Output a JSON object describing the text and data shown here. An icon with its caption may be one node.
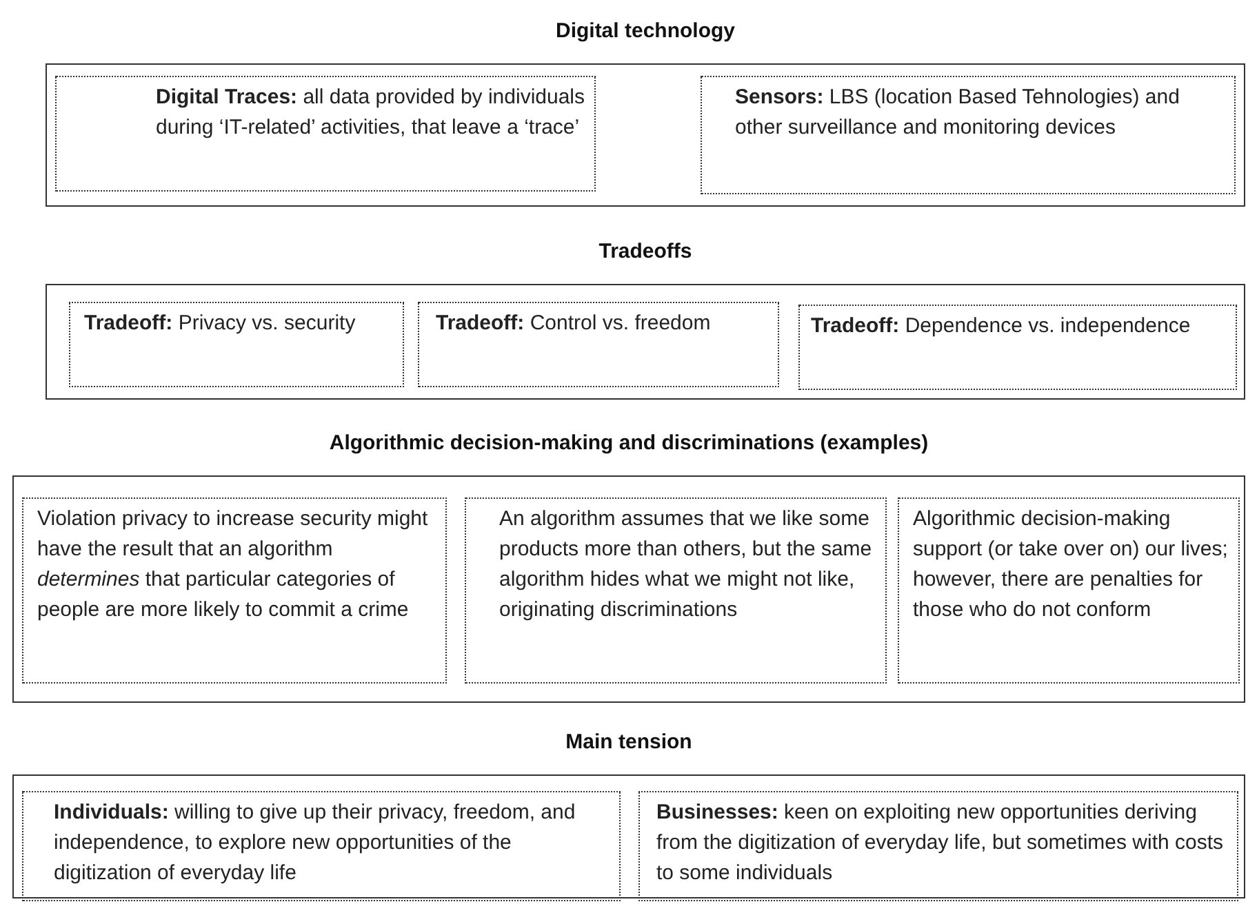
{
  "diagram": {
    "nodes": [
      {
        "text": [
          "Digital technology"
        ]
      },
      {
        "text": [
          "**Digital Traces:** all data provided by individuals during ‘IT-related’ activities, that leave a ‘trace’"
        ],
        "in": 0
      },
      {
        "text": [
          "**Sensors:** LBS (location Based Tehnologies) and other surveillance and monitoring devices"
        ],
        "in": 0
      },
      {
        "text": [
          "Tradeoffs"
        ]
      },
      {
        "text": [
          "**Tradeoff:** Privacy vs. security"
        ],
        "in": 3
      },
      {
        "text": [
          "**Tradeoff:** Control vs. freedom"
        ],
        "in": 3
      },
      {
        "text": [
          "**Tradeoff:** Dependence vs. independence"
        ],
        "in": 3
      },
      {
        "text": [
          "Algorithmic decision-making and discriminations (examples)"
        ]
      },
      {
        "text": [
          "Violation privacy to increase security might have the result that an algorithm *determines* that particular categories of people are more likely to commit a crime"
        ],
        "in": 7
      },
      {
        "text": [
          "An algorithm assumes that we like some products more than others, but the same algorithm hides what we might not like, originating discriminations"
        ],
        "in": 7
      },
      {
        "text": [
          "Algorithmic decision-making support (or take over on) our lives; however, there are penalties for those who do not conform"
        ],
        "in": 7
      },
      {
        "text": [
          "Main tension"
        ]
      },
      {
        "text": [
          "**Individuals:** willing to give up their privacy, freedom, and independence, to explore new opportunities of the digitization of everyday life"
        ],
        "in": 11
      },
      {
        "text": [
          "**Businesses:** keen on exploiting new opportunities deriving from the digitization of everyday life, but sometimes with costs to some individuals"
        ],
        "in": 11
      }
    ]
  }
}
